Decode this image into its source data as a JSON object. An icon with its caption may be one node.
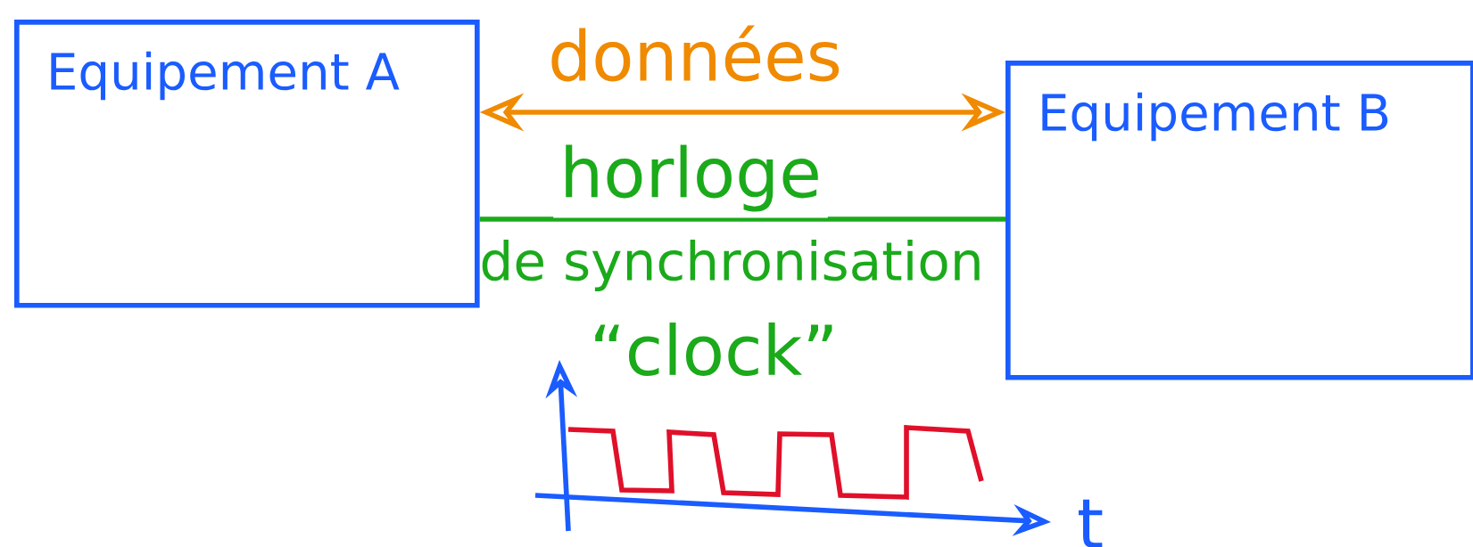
{
  "diagram": {
    "nodes": [
      {
        "text": [
          "Equipement A"
        ]
      },
      {
        "text": [
          "Equipement B"
        ]
      }
    ],
    "edges": [
      {
        "from": 0,
        "to": 1,
        "arrow": "both",
        "label": "données",
        "color": "#f08a00"
      },
      {
        "from": 0,
        "to": 1,
        "arrow": "none",
        "label": "horloge",
        "color": "#1aaa1a"
      }
    ],
    "labels": [
      "de synchronisation",
      "“clock”",
      "t"
    ]
  }
}
